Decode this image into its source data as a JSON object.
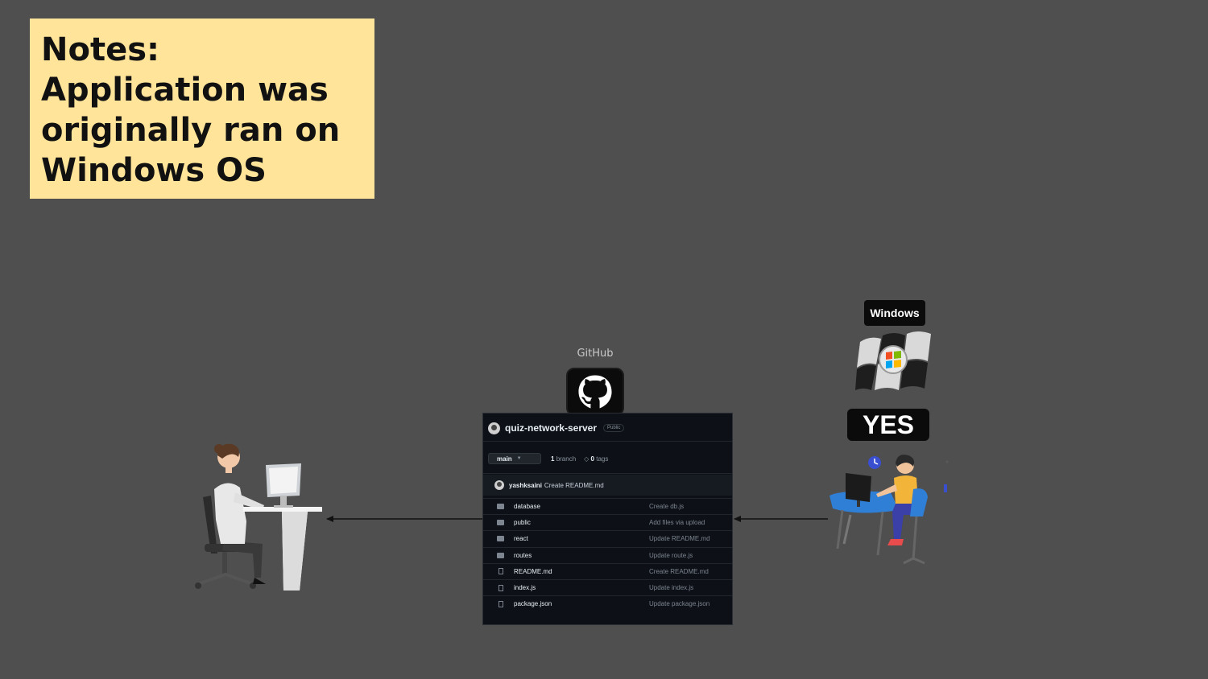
{
  "notes": {
    "lines": [
      "Notes:",
      "Application was",
      "originally ran on",
      "Windows OS"
    ],
    "background": "#ffe49a"
  },
  "labels": {
    "github": "GitHub",
    "windows": "Windows",
    "yes": "YES"
  },
  "repo": {
    "name": "quiz-network-server",
    "visibility": "Public",
    "branch": "main",
    "branch_count": "1",
    "branch_label": "branch",
    "tag_count": "0",
    "tag_label": "tags",
    "latest_commit_user": "yashksaini",
    "latest_commit_message": "Create README.md",
    "files": [
      {
        "type": "folder",
        "name": "database",
        "commit": "Create db.js"
      },
      {
        "type": "folder",
        "name": "public",
        "commit": "Add files via upload"
      },
      {
        "type": "folder",
        "name": "react",
        "commit": "Update README.md"
      },
      {
        "type": "folder",
        "name": "routes",
        "commit": "Update route.js"
      },
      {
        "type": "file",
        "name": "README.md",
        "commit": "Create README.md"
      },
      {
        "type": "file",
        "name": "index.js",
        "commit": "Update index.js"
      },
      {
        "type": "file",
        "name": "package.json",
        "commit": "Update package.json"
      }
    ]
  },
  "colors": {
    "background": "#4f4f4f",
    "repo_bg": "#0d1117",
    "arrow": "#111111"
  }
}
